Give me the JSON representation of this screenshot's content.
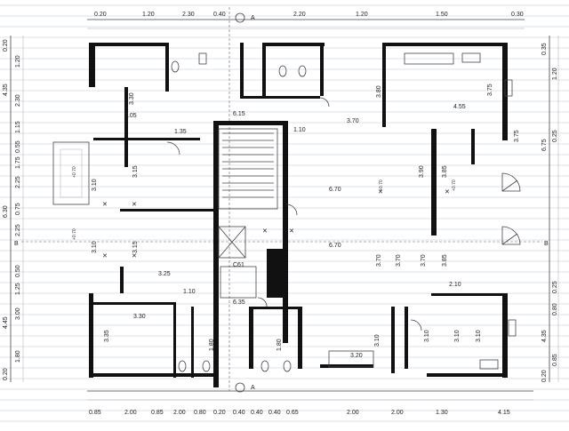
{
  "sheet": {
    "title": "",
    "section_marks": {
      "top": "A",
      "bottom": "A",
      "left": "B",
      "right": "B"
    }
  },
  "top_dims": [
    "0.20",
    "1.20",
    "2.30",
    "0.40",
    "2.20",
    "1.20",
    "1.50",
    "0.30"
  ],
  "bottom_dims": [
    "0.85",
    "2.00",
    "0.85",
    "2.00",
    "0.80",
    "0.20",
    "0.40",
    "0.40",
    "0.40",
    "0.65",
    "2.00",
    "2.00",
    "1.30",
    "4.15"
  ],
  "left_dims": [
    "0.20",
    "1.20",
    "4.35",
    "2.30",
    "1.15",
    "0.55",
    "1.75",
    "2.25",
    "6.30",
    "0.75",
    "2.25",
    "0.50",
    "1.25",
    "3.00",
    "4.45",
    "1.80",
    "0.20"
  ],
  "right_dims": [
    "0.35",
    "1.20",
    "6.75",
    "0.25",
    "0.25",
    "0.80",
    "4.35",
    "0.85",
    "0.20"
  ],
  "interior_dims": {
    "d1": "3.30",
    "d2": "3.05",
    "d3": "1.35",
    "d4": "3.10",
    "d5": "3.15",
    "d6": "3.10",
    "d7": "3.15",
    "d8": "3.25",
    "d9": "1.10",
    "d10": "3.30",
    "d11": "3.35",
    "d12": "6.15",
    "d13": "3.70",
    "d14": "6.70",
    "d15": "3.90",
    "d16": "3.85",
    "d17": "3.75",
    "d18": "4.55",
    "d19": "1.10",
    "d20": "2.10",
    "d21": "3.85",
    "d22": "3.10",
    "d23": "3.70",
    "d24": "6.35",
    "d25": "3.80",
    "d26": "3.10",
    "d27": "3.20",
    "d28": "3.10",
    "d29": "3.10",
    "d30": "1.80",
    "d31": "6.70",
    "d32": "3.70",
    "d33": "1.80",
    "d34": "3.70",
    "d35": "3.75"
  },
  "level_marks": [
    "+0.70",
    "+0.70",
    "+0.70",
    "+0.70"
  ],
  "lift_label": "C61",
  "icons": {
    "stairs": "staircase-icon",
    "spiral": "spiral-stair-icon",
    "wc": "toilet-icon",
    "sink": "sink-icon"
  }
}
